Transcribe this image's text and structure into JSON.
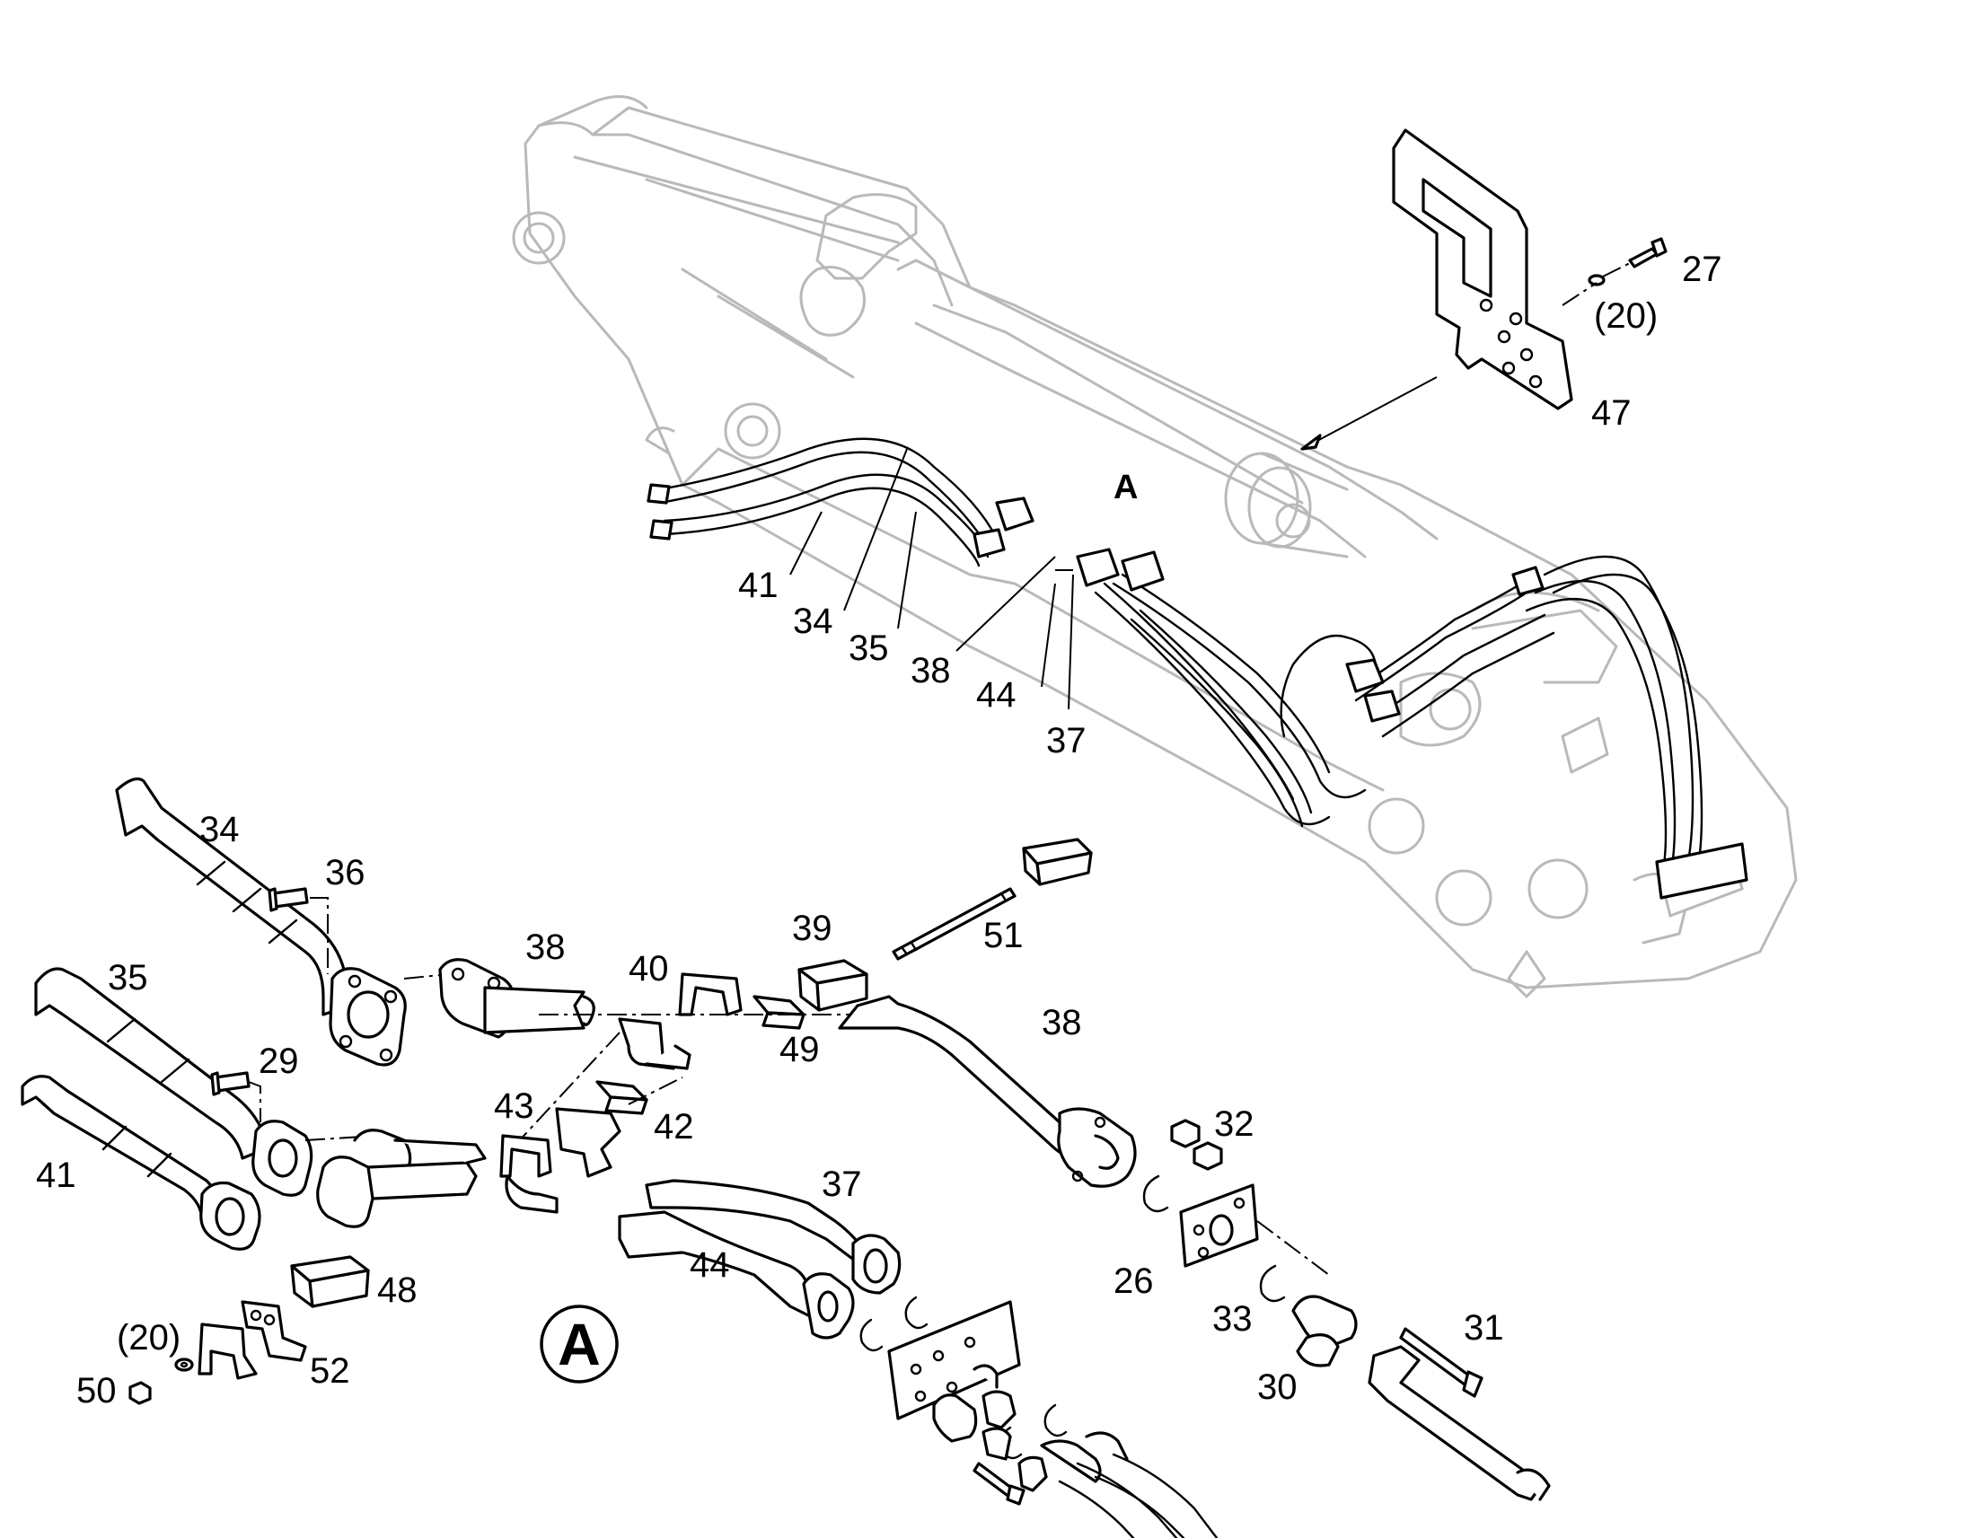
{
  "diagram": {
    "view_marker": "A",
    "detail_marker": "A",
    "labels": {
      "p27": "27",
      "p20_top": "(20)",
      "p47": "47",
      "p41_top": "41",
      "p34_top": "34",
      "p35_top": "35",
      "p38_top": "38",
      "p44_top": "44",
      "p37_top": "37",
      "p34": "34",
      "p36": "36",
      "p38a": "38",
      "p39": "39",
      "p51": "51",
      "p35": "35",
      "p40": "40",
      "p38b": "38",
      "p29": "29",
      "p49": "49",
      "p43": "43",
      "p42": "42",
      "p32": "32",
      "p41": "41",
      "p37": "37",
      "p48": "48",
      "p44": "44",
      "p26": "26",
      "p20": "(20)",
      "p52": "52",
      "p33": "33",
      "p31": "31",
      "p50": "50",
      "p30": "30"
    }
  }
}
